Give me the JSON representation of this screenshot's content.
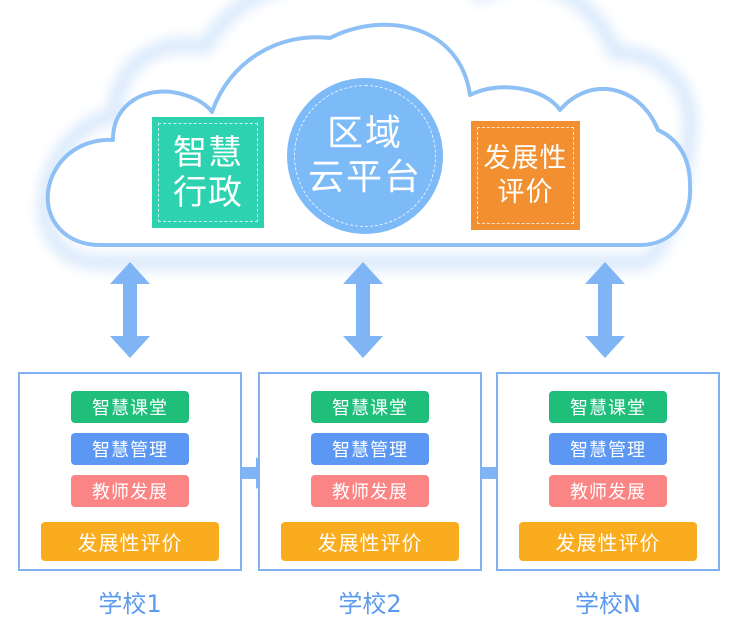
{
  "cloud": {
    "center_label": "区域\n云平台",
    "center_lines": [
      "区域",
      "云平台"
    ],
    "left_tile_lines": [
      "智慧",
      "行政"
    ],
    "right_tile_lines": [
      "发展性",
      "评价"
    ],
    "colors": {
      "cloud_outline": "#8ec0f5",
      "center_circle": "#7dbaf8",
      "left_tile": "#2dd3b0",
      "right_tile": "#f28f30",
      "arrow": "#7fb4f5"
    }
  },
  "schools": [
    {
      "name": "学校1",
      "modules": [
        "智慧课堂",
        "智慧管理",
        "教师发展"
      ],
      "evaluation": "发展性评价"
    },
    {
      "name": "学校2",
      "modules": [
        "智慧课堂",
        "智慧管理",
        "教师发展"
      ],
      "evaluation": "发展性评价"
    },
    {
      "name": "学校N",
      "modules": [
        "智慧课堂",
        "智慧管理",
        "教师发展"
      ],
      "evaluation": "发展性评价"
    }
  ],
  "module_colors": {
    "智慧课堂": "#1fbe7b",
    "智慧管理": "#5b97f3",
    "教师发展": "#fb8585",
    "发展性评价": "#f9ac1e"
  }
}
